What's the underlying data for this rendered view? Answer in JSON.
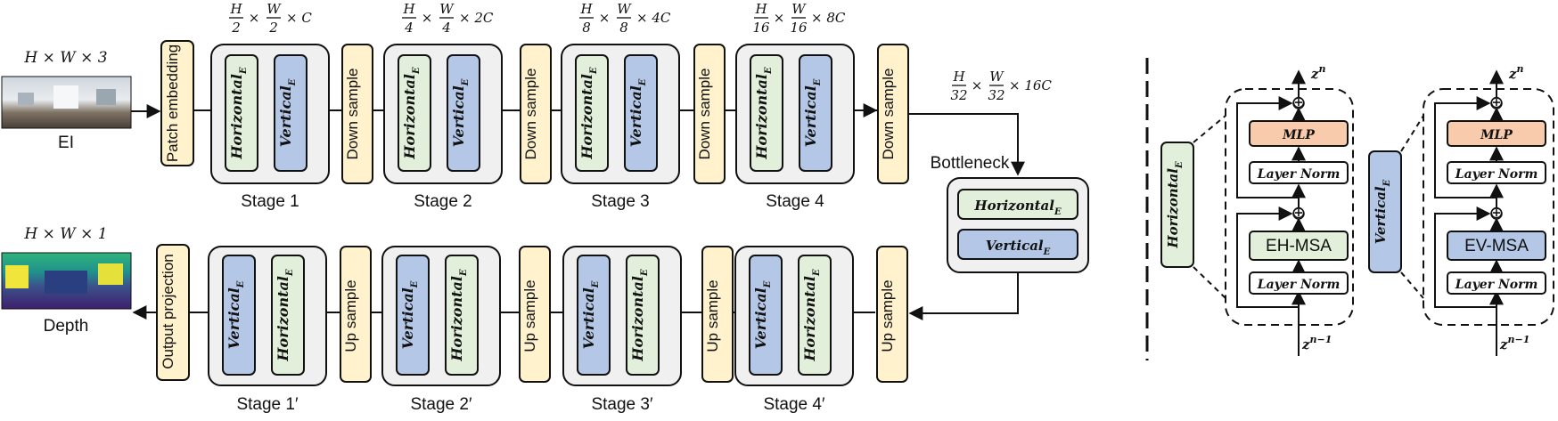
{
  "colors": {
    "horizontal": "#e2efda",
    "vertical": "#b4c7e7",
    "sample": "#fff2cc",
    "stage_bg": "#f0f0f0",
    "mlp": "#f8cbad"
  },
  "input": {
    "dims": "H × W × 3",
    "label": "EI",
    "image_icon": "panorama-image-icon"
  },
  "output": {
    "dims": "H × W × 1",
    "label": "Depth",
    "image_icon": "depth-map-image-icon"
  },
  "blocks": {
    "patch_embedding": "Patch embedding",
    "down_sample": "Down sample",
    "up_sample": "Up sample",
    "output_projection": "Output projection",
    "horizontal": "Horizontal",
    "vertical": "Vertical",
    "sub_e": "E",
    "bottleneck": "Bottleneck"
  },
  "encoder_stages": [
    {
      "label": "Stage 1",
      "dims_frac": [
        "H",
        "2",
        "W",
        "2"
      ],
      "dims_suffix": "× C"
    },
    {
      "label": "Stage 2",
      "dims_frac": [
        "H",
        "4",
        "W",
        "4"
      ],
      "dims_suffix": "× 2C"
    },
    {
      "label": "Stage 3",
      "dims_frac": [
        "H",
        "8",
        "W",
        "8"
      ],
      "dims_suffix": "× 4C"
    },
    {
      "label": "Stage 4",
      "dims_frac": [
        "H",
        "16",
        "W",
        "16"
      ],
      "dims_suffix": "× 8C"
    }
  ],
  "bottleneck_dims": {
    "dims_frac": [
      "H",
      "32",
      "W",
      "32"
    ],
    "dims_suffix": "× 16C"
  },
  "decoder_stages": [
    {
      "label": "Stage 1′"
    },
    {
      "label": "Stage 2′"
    },
    {
      "label": "Stage 3′"
    },
    {
      "label": "Stage 4′"
    }
  ],
  "detail_panels": [
    {
      "side_block": "Horizontal",
      "mlp": "MLP",
      "norm": "Layer Norm",
      "msa": "EH-MSA",
      "out": "z",
      "out_sup": "n",
      "in": "z",
      "in_sup": "n−1"
    },
    {
      "side_block": "Vertical",
      "mlp": "MLP",
      "norm": "Layer Norm",
      "msa": "EV-MSA",
      "out": "z",
      "out_sup": "n",
      "in": "z",
      "in_sup": "n−1"
    }
  ],
  "symbols": {
    "times": "×",
    "add": "⊕"
  }
}
